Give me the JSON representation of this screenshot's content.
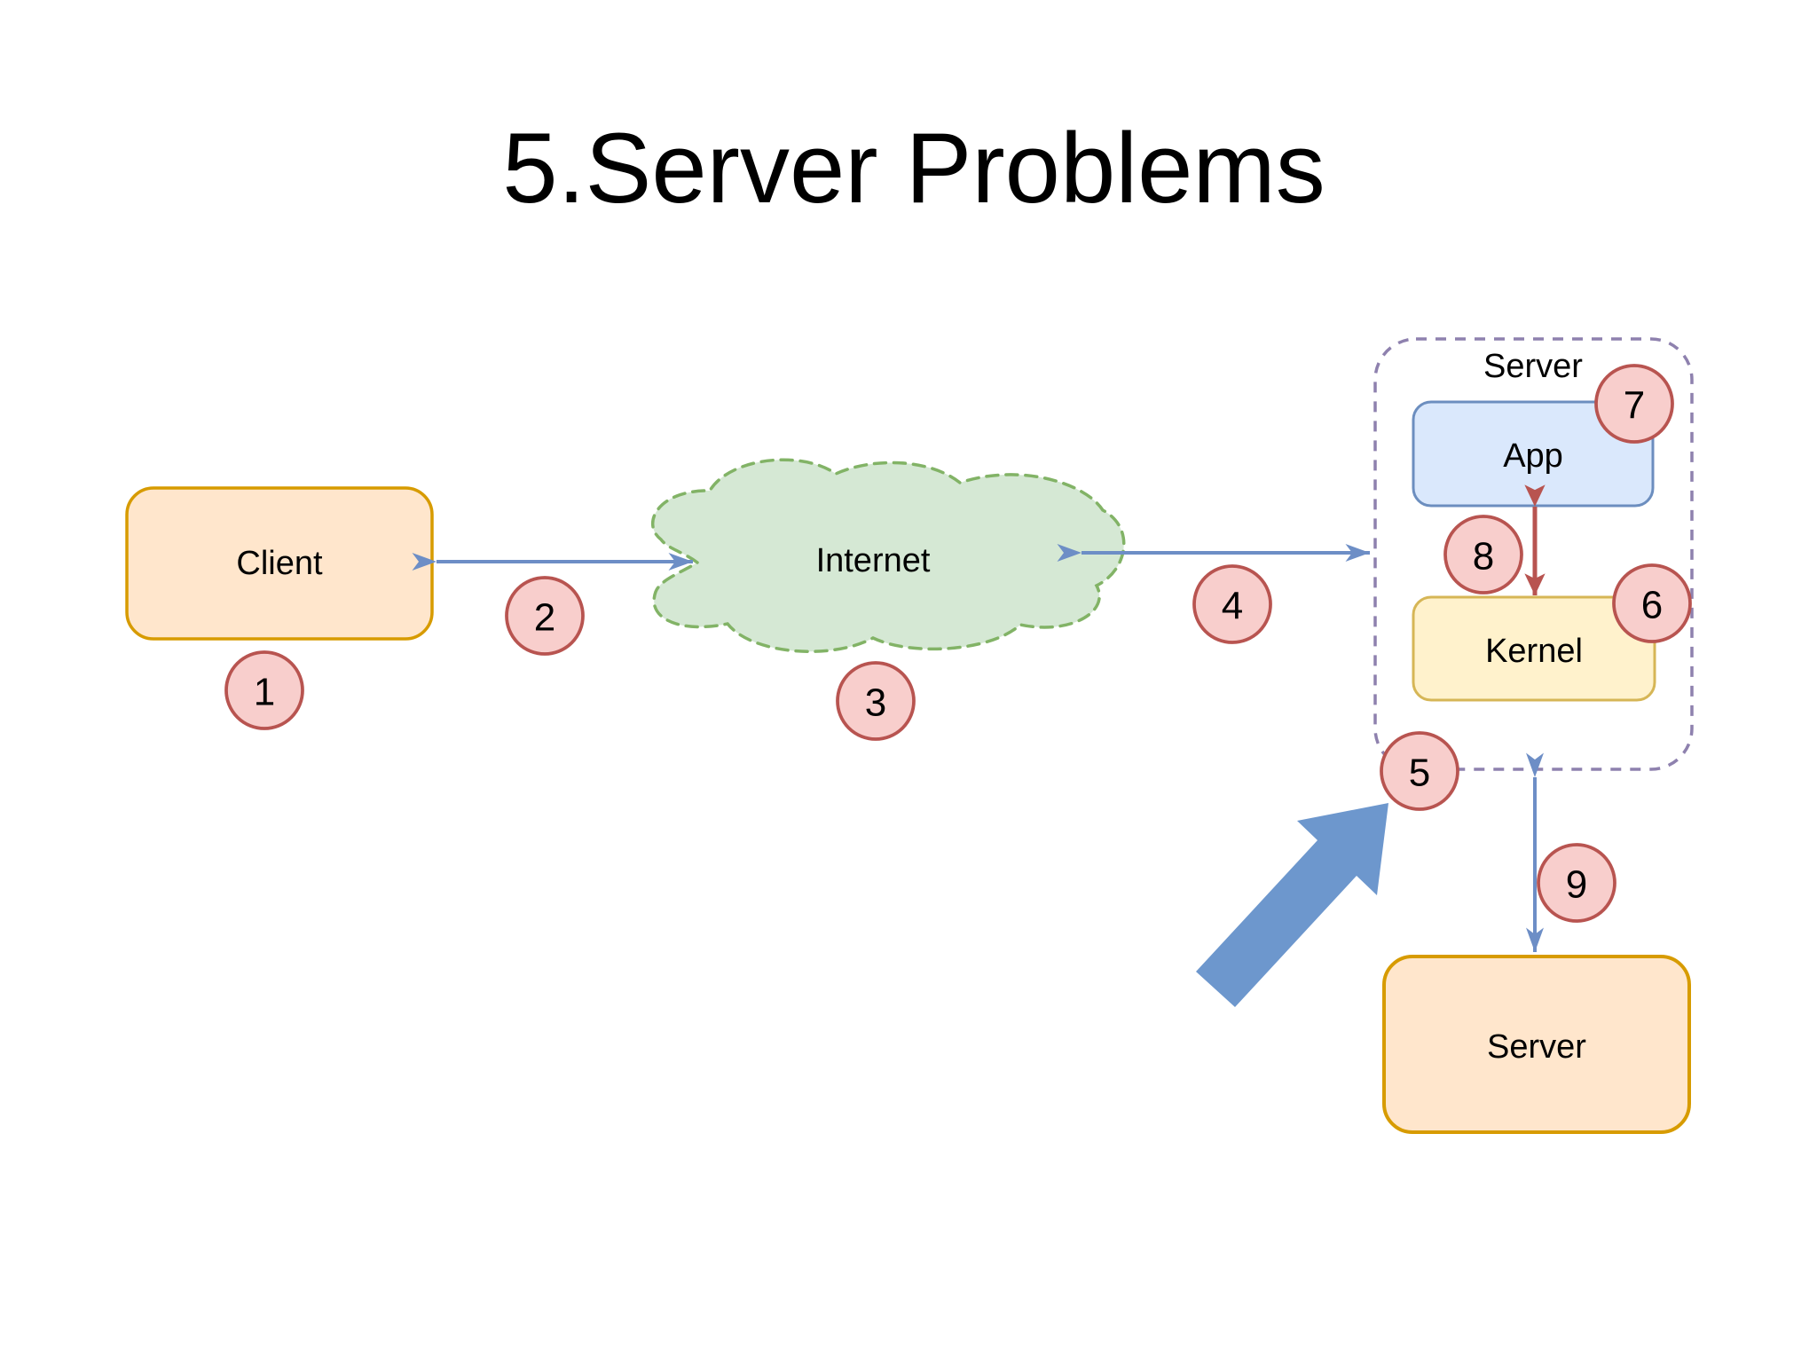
{
  "title": "5.Server Problems",
  "nodes": {
    "client": {
      "label": "Client"
    },
    "internet": {
      "label": "Internet"
    },
    "server_group": {
      "label": "Server"
    },
    "app": {
      "label": "App"
    },
    "kernel": {
      "label": "Kernel"
    },
    "server": {
      "label": "Server"
    }
  },
  "badges": [
    {
      "label": "1"
    },
    {
      "label": "2"
    },
    {
      "label": "3"
    },
    {
      "label": "4"
    },
    {
      "label": "5"
    },
    {
      "label": "6"
    },
    {
      "label": "7"
    },
    {
      "label": "8"
    },
    {
      "label": "9"
    }
  ],
  "colors": {
    "background": "#ffffff",
    "title_text": "#0b0b0b",
    "label_text": "#000000",
    "orange_fill": "#ffe6cc",
    "orange_stroke": "#d79b00",
    "blue_fill": "#dae8fc",
    "blue_stroke": "#6c8ebf",
    "yellow_fill": "#fff2cc",
    "yellow_stroke": "#d6b656",
    "cloud_fill": "#d5e8d4",
    "cloud_stroke": "#82b366",
    "badge_fill": "#f8cecc",
    "badge_stroke": "#b85450",
    "arrow_blue": "#6d8ec6",
    "arrow_red": "#b85450",
    "big_arrow_fill": "#6d97cd",
    "group_stroke": "#8e81ae"
  }
}
